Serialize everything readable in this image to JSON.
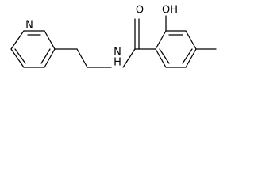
{
  "molecule": {
    "atoms": {
      "oxygen_carbonyl": "O",
      "hydroxyl": "OH",
      "amide_nitrogen": "N",
      "amide_hydrogen": "H",
      "pyridine_nitrogen": "N"
    }
  },
  "colors": {
    "bond": "#000000",
    "label": "#000000",
    "background": "#ffffff"
  }
}
